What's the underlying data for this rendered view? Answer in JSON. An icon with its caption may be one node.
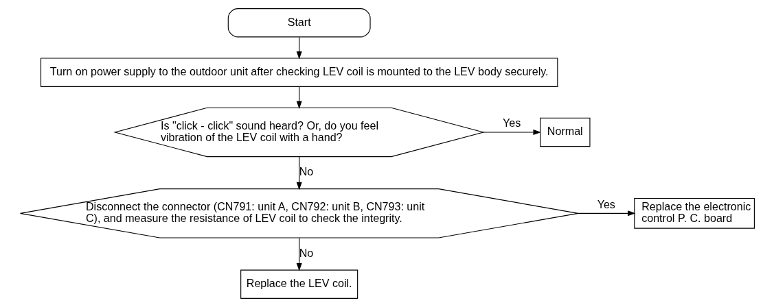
{
  "diagram": {
    "nodes": [
      {
        "text": [
          "Start"
        ]
      },
      {
        "text": [
          "Turn on power supply to the outdoor unit after checking LEV coil is mounted to the LEV body securely."
        ]
      },
      {
        "text": [
          "Is \"click - click\" sound heard? Or, do you feel vibration of the LEV coil with a hand?"
        ]
      },
      {
        "text": [
          "Normal"
        ]
      },
      {
        "text": [
          "Disconnect the connector (CN791: unit A, CN792: unit B, CN793: unit C), and measure the resistance of LEV coil to check the integrity."
        ]
      },
      {
        "text": [
          "Replace the electronic control P. C. board"
        ]
      },
      {
        "text": [
          "Replace the LEV coil."
        ]
      }
    ],
    "edges": [
      {
        "from": 0,
        "to": 1,
        "arrow": "to"
      },
      {
        "from": 1,
        "to": 2,
        "arrow": "to"
      },
      {
        "from": 2,
        "to": 3,
        "arrow": "to",
        "label": "Yes"
      },
      {
        "from": 2,
        "to": 4,
        "arrow": "to",
        "label": "No"
      },
      {
        "from": 4,
        "to": 5,
        "arrow": "to",
        "label": "Yes"
      },
      {
        "from": 4,
        "to": 6,
        "arrow": "to",
        "label": "No"
      }
    ]
  }
}
